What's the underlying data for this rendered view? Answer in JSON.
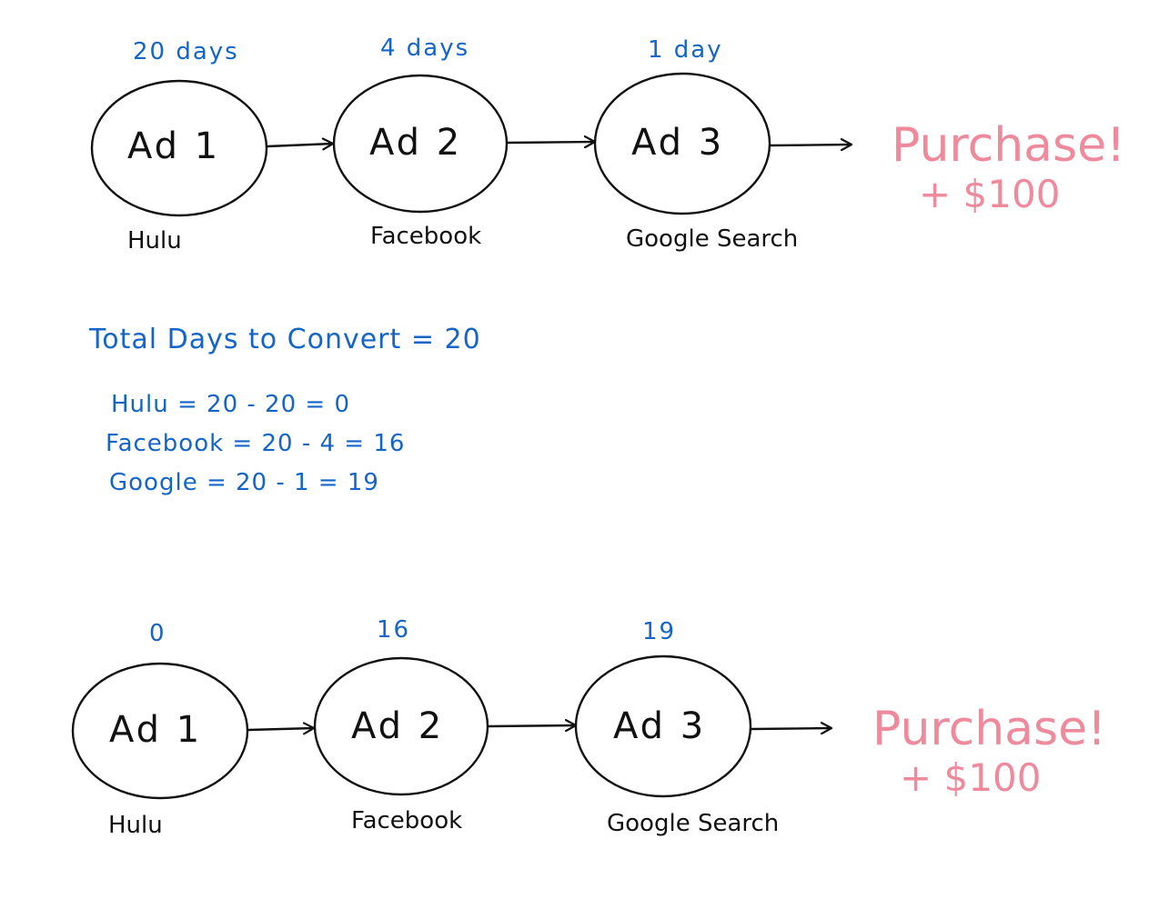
{
  "top_flow": {
    "days": [
      "20 days",
      "4 days",
      "1 day"
    ],
    "nodes": [
      "Ad 1",
      "Ad 2",
      "Ad 3"
    ],
    "platforms": [
      "Hulu",
      "Facebook",
      "Google Search"
    ],
    "purchase": "Purchase!",
    "amount": "+ $100"
  },
  "calculation": {
    "total": "Total Days to Convert = 20",
    "lines": [
      "Hulu = 20 - 20 = 0",
      "Facebook = 20 - 4 = 16",
      "Google = 20 - 1 = 19"
    ]
  },
  "bottom_flow": {
    "days": [
      "0",
      "16",
      "19"
    ],
    "nodes": [
      "Ad 1",
      "Ad 2",
      "Ad 3"
    ],
    "platforms": [
      "Hulu",
      "Facebook",
      "Google Search"
    ],
    "purchase": "Purchase!",
    "amount": "+ $100"
  },
  "colors": {
    "annotation": "#1565c8",
    "purchase": "#ef8a9c",
    "ink": "#111111"
  }
}
